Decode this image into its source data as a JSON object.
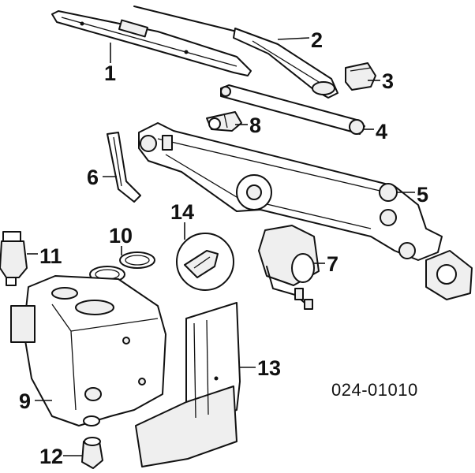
{
  "diagram": {
    "reference_code": "024-01010",
    "callouts": [
      {
        "id": "1",
        "label": "1"
      },
      {
        "id": "2",
        "label": "2"
      },
      {
        "id": "3",
        "label": "3"
      },
      {
        "id": "4",
        "label": "4"
      },
      {
        "id": "5",
        "label": "5"
      },
      {
        "id": "6",
        "label": "6"
      },
      {
        "id": "7",
        "label": "7"
      },
      {
        "id": "8",
        "label": "8"
      },
      {
        "id": "9",
        "label": "9"
      },
      {
        "id": "10",
        "label": "10"
      },
      {
        "id": "11",
        "label": "11"
      },
      {
        "id": "12",
        "label": "12"
      },
      {
        "id": "13",
        "label": "13"
      },
      {
        "id": "14",
        "label": "14"
      }
    ]
  }
}
